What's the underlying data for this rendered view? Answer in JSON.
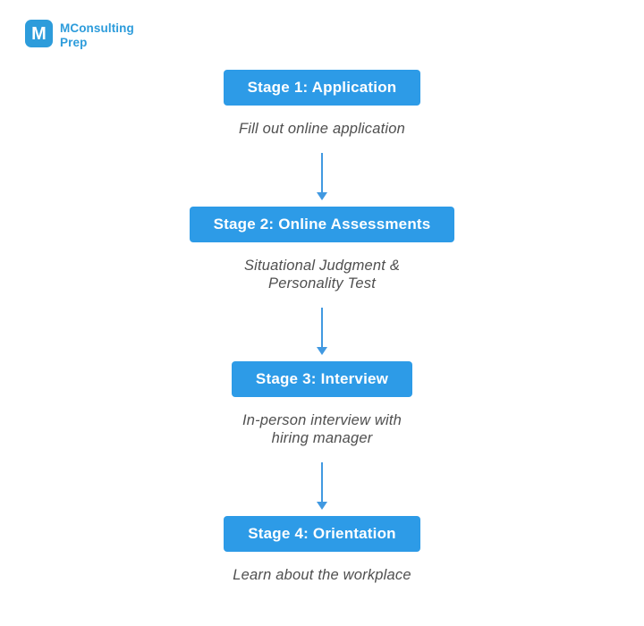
{
  "page": {
    "background": "#FFFFFF"
  },
  "colors": {
    "page_bg": "#FFFFFF",
    "button_blue": "#2D9BE7",
    "arrow_blue": "#4199E1",
    "logo_blue": "#2D9CDB",
    "button_text": "#FFFFFF",
    "description_gray": "#4F4F4F"
  },
  "logo": {
    "mark": "M",
    "name_line1": "MConsulting",
    "name_line2": "Prep"
  },
  "flow": {
    "stages": [
      {
        "label": "Stage 1: Application",
        "description": "Fill out online application"
      },
      {
        "label": "Stage 2: Online Assessments",
        "description": "Situational Judgment &\nPersonality Test"
      },
      {
        "label": "Stage 3: Interview",
        "description": "In-person interview with\nhiring manager"
      },
      {
        "label": "Stage 4: Orientation",
        "description": "Learn about the workplace"
      }
    ]
  }
}
